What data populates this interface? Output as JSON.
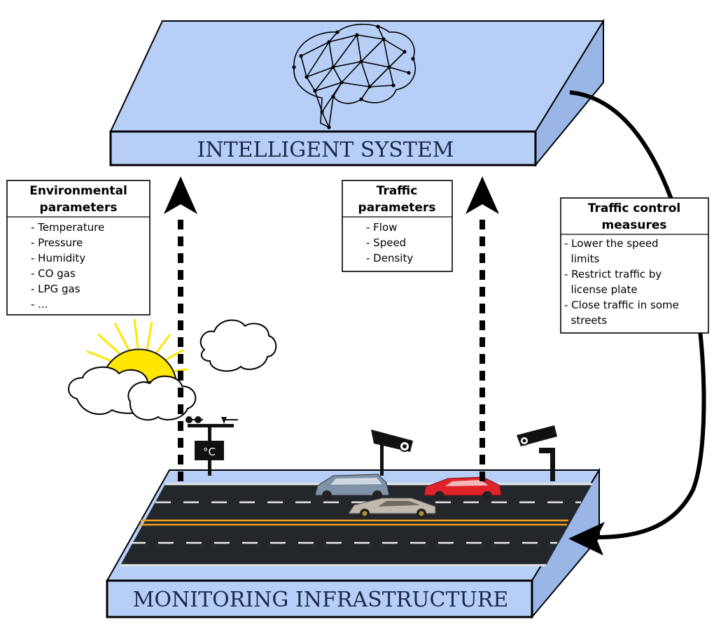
{
  "top_layer": {
    "title": "INTELLIGENT SYSTEM"
  },
  "bottom_layer": {
    "title": "MONITORING INFRASTRUCTURE"
  },
  "environmental_box": {
    "title_line1": "Environmental",
    "title_line2": "parameters",
    "items": [
      "- Temperature",
      "- Pressure",
      "- Humidity",
      "- CO gas",
      "- LPG gas",
      "- ..."
    ]
  },
  "traffic_box": {
    "title_line1": "Traffic",
    "title_line2": "parameters",
    "items": [
      "- Flow",
      "- Speed",
      "- Density"
    ]
  },
  "control_box": {
    "title_line1": "Traffic control",
    "title_line2": "measures",
    "items": [
      "- Lower the speed",
      "  limits",
      "- Restrict traffic by",
      "  license plate",
      "- Close traffic in some",
      "  streets"
    ]
  },
  "thermometer_label": "°C",
  "colors": {
    "layer_fill": "#b7cff7",
    "layer_side": "#9ab6e6",
    "road": "#23272b",
    "lane_marking": "#e8e8e8",
    "center_line": "#f0a020",
    "sun": "#ffe600",
    "car_red": "#e0232b",
    "car_blue": "#7f93a8",
    "car_silver": "#bfb9ae"
  }
}
